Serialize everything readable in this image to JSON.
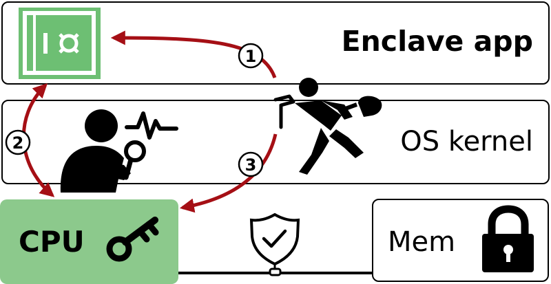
{
  "layers": {
    "enclave_app": {
      "label": "Enclave app"
    },
    "os_kernel": {
      "label": "OS kernel"
    },
    "cpu": {
      "label": "CPU"
    },
    "memory": {
      "label": "Mem"
    }
  },
  "steps": [
    "1",
    "2",
    "3"
  ],
  "icons": {
    "enclave": "safe-icon",
    "attacker": "thief-icon",
    "verifier": "inspector-icon",
    "cpu_key": "key-icon",
    "integrity": "shield-check-icon",
    "memory": "padlock-icon"
  },
  "colors": {
    "arrow": "#a50f15",
    "enclave_fill": "#6dbf73",
    "cpu_fill": "#8cc98c"
  }
}
